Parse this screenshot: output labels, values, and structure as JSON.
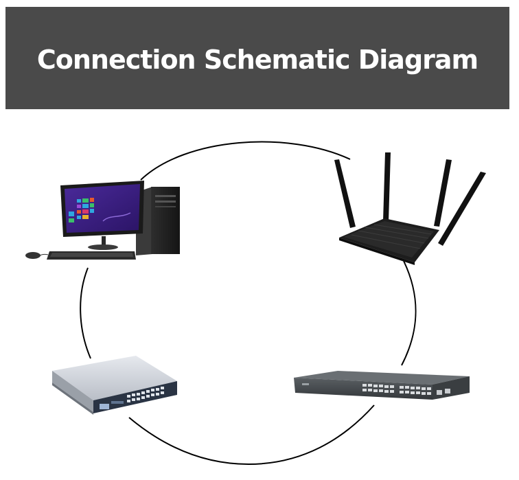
{
  "header": {
    "title": "Connection Schematic Diagram"
  },
  "colors": {
    "header_bg": "#4a4a4a",
    "header_text": "#ffffff",
    "ring": "#000000"
  },
  "devices": [
    {
      "name": "desktop-computer",
      "icon": "desktop-computer-icon"
    },
    {
      "name": "wireless-router",
      "icon": "wireless-router-icon"
    },
    {
      "name": "network-switch",
      "icon": "network-switch-icon"
    },
    {
      "name": "managed-switch",
      "icon": "managed-switch-icon"
    }
  ]
}
